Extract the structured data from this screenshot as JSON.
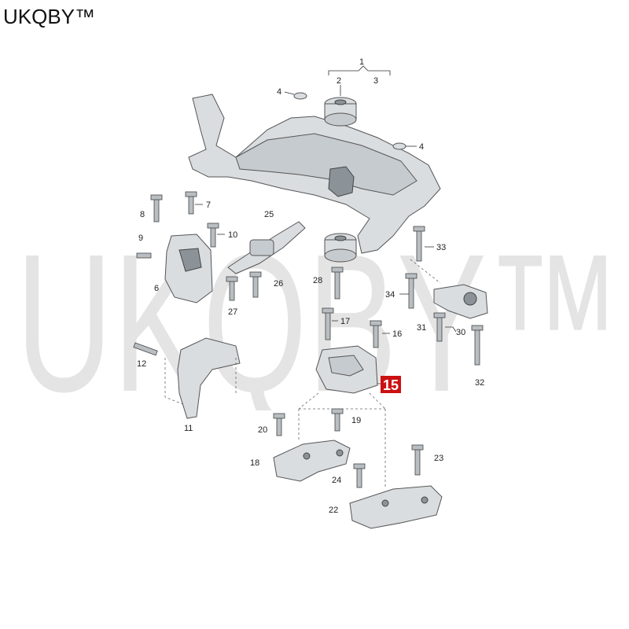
{
  "brand": "UKQBY™",
  "watermark": "UKQBY™",
  "highlight": {
    "label": "15",
    "color": "#cc1111"
  },
  "callouts": [
    "1",
    "2",
    "3",
    "4",
    "4",
    "7",
    "8",
    "9",
    "10",
    "6",
    "25",
    "26",
    "27",
    "28",
    "33",
    "34",
    "30",
    "31",
    "32",
    "17",
    "16",
    "12",
    "11",
    "20",
    "19",
    "18",
    "24",
    "23",
    "22"
  ]
}
